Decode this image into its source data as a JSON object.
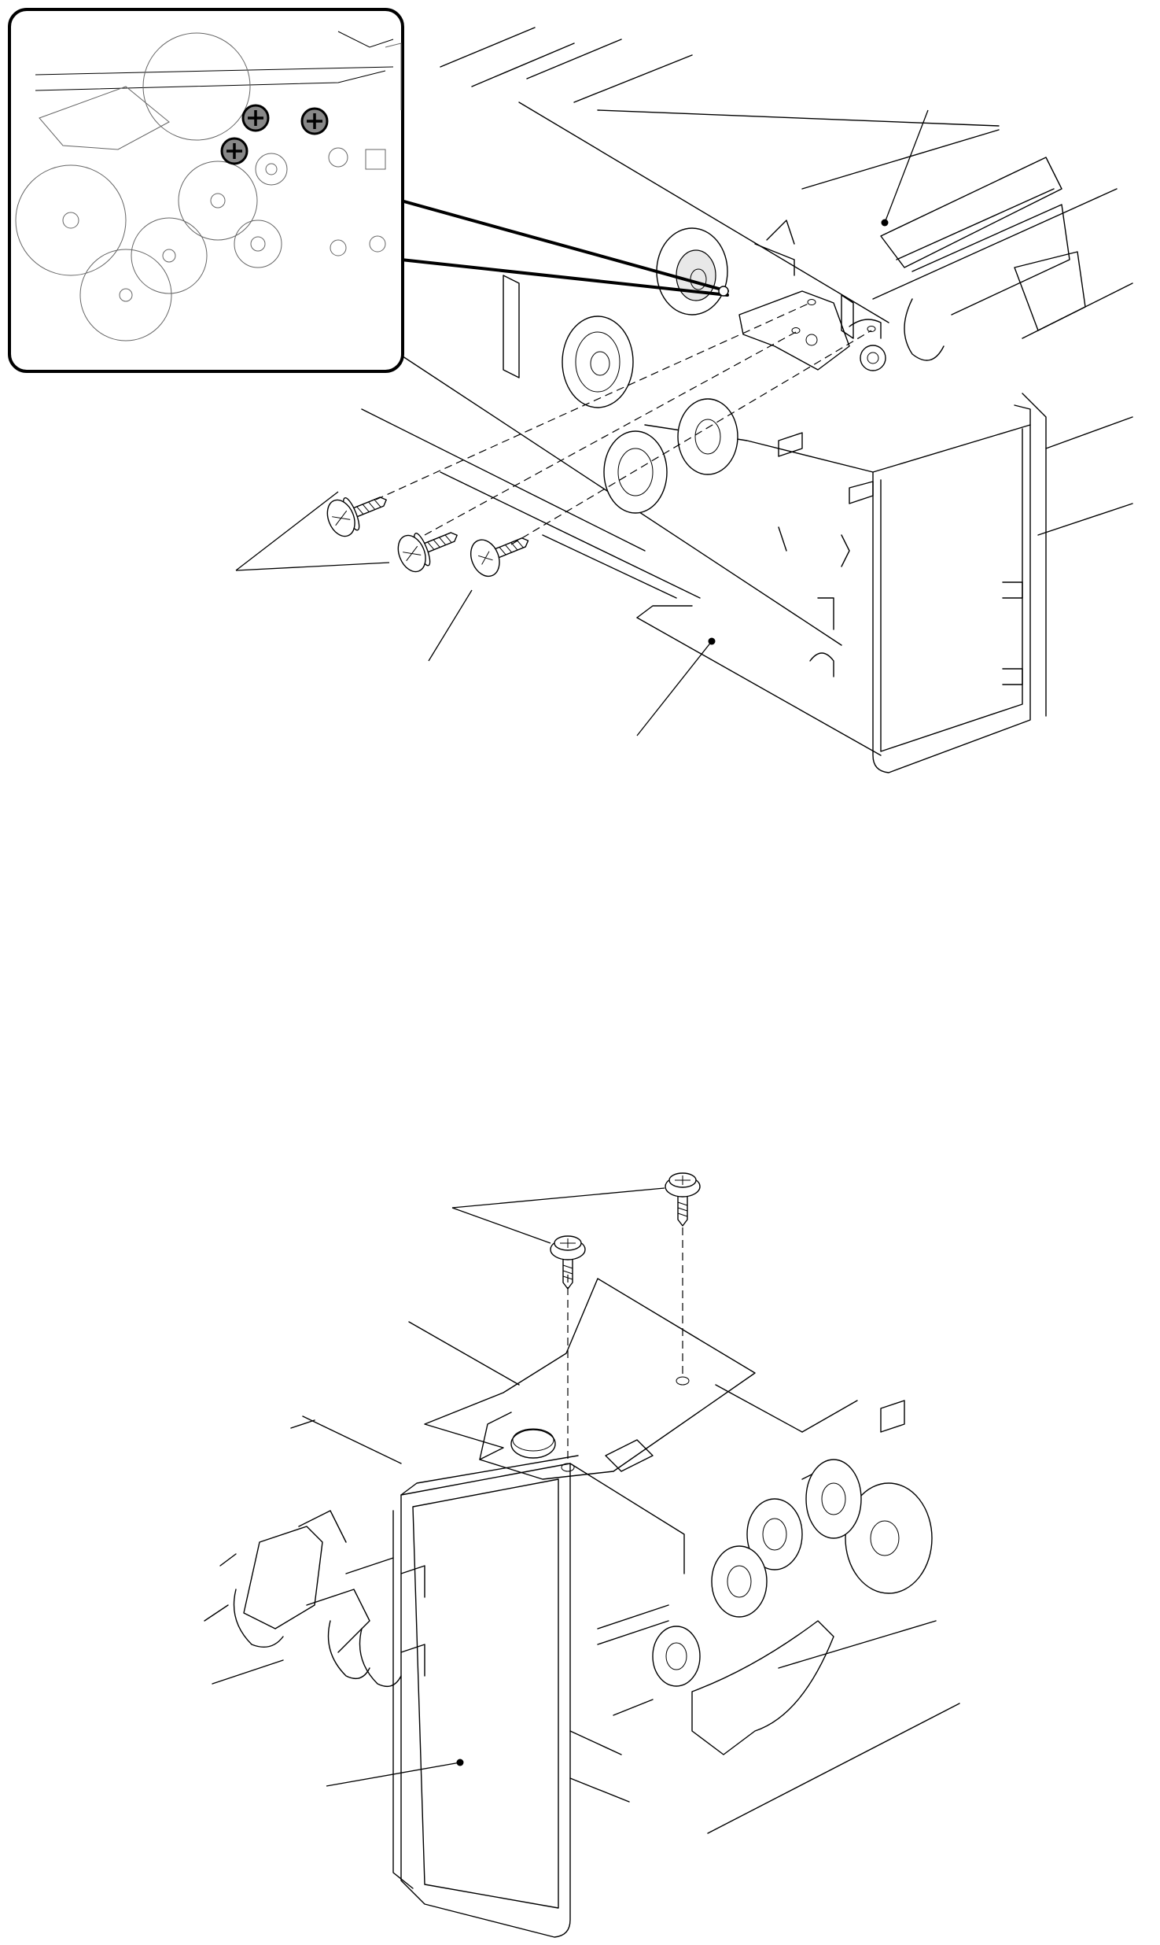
{
  "figures": [
    {
      "id": "top",
      "inset": {
        "screws_highlighted": 3
      },
      "screws": 3
    },
    {
      "id": "bottom",
      "screws": 2
    }
  ]
}
